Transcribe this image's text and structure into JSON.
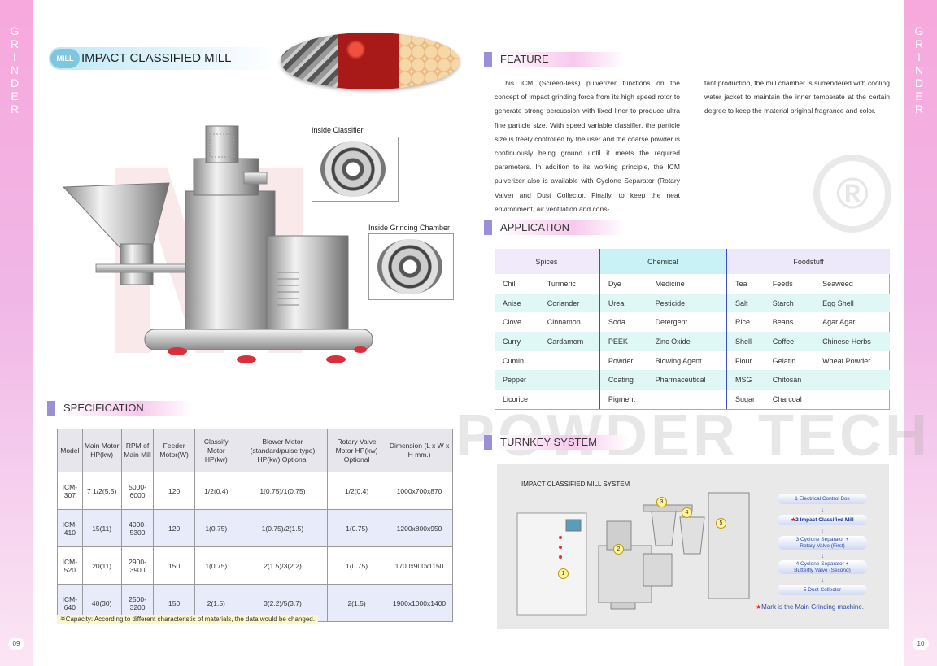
{
  "side": {
    "left_text": "GRINDER",
    "right_text": "GRINDER",
    "left_page": "09",
    "right_page": "10"
  },
  "watermark": {
    "text": "POWDER TECH",
    "reg": "®"
  },
  "title": {
    "logo": "MILL",
    "text": "IMPACT CLASSIFIED MILL"
  },
  "insets": {
    "classifier": "Inside Classifier",
    "chamber": "Inside Grinding Chamber"
  },
  "sections": {
    "feature": "FEATURE",
    "application": "APPLICATION",
    "specification": "SPECIFICATION",
    "turnkey": "TURNKEY SYSTEM"
  },
  "feature": {
    "col1": "This ICM (Screen-less) pulverizer functions on the concept of impact grinding force from its high speed rotor to generate strong percussion with fixed liner to produce ultra fine particle size. With speed variable classifier, the particle size is freely controlled by the user and the coarse powder is continuously being ground until it meets the required parameters. In addition to its working principle, the ICM pulverizer also is available with Cyclone Separator (Rotary Valve) and Dust Collector. Finally, to keep the neat environment, air ventilation and cons-",
    "col2": "tant production, the mill chamber is surrendered with cooling water jacket to maintain the inner temperate at the certain degree to keep the material original fragrance and color."
  },
  "application": {
    "headers": [
      "Spices",
      "Chemical",
      "Foodstuff"
    ],
    "rows": [
      [
        "Chili",
        "Turmeric",
        "Dye",
        "Medicine",
        "Tea",
        "Feeds",
        "Seaweed"
      ],
      [
        "Anise",
        "Coriander",
        "Urea",
        "Pesticide",
        "Salt",
        "Starch",
        "Egg Shell"
      ],
      [
        "Clove",
        "Cinnamon",
        "Soda",
        "Detergent",
        "Rice",
        "Beans",
        "Agar Agar"
      ],
      [
        "Curry",
        "Cardamom",
        "PEEK",
        "Zinc Oxide",
        "Shell",
        "Coffee",
        "Chinese Herbs"
      ],
      [
        "Cumin",
        "",
        "Powder",
        "Blowing Agent",
        "Flour",
        "Gelatin",
        "Wheat Powder"
      ],
      [
        "Pepper",
        "",
        "Coating",
        "Pharmaceutical",
        "MSG",
        "Chitosan",
        ""
      ],
      [
        "Licorice",
        "",
        "Pigment",
        "",
        "Sugar",
        "Charcoal",
        ""
      ]
    ]
  },
  "spec": {
    "headers": [
      "Model",
      "Main Motor HP(kw)",
      "RPM of Main Mill",
      "Feeder Motor(W)",
      "Classify Motor HP(kw)",
      "Blower Motor (standard/pulse type) HP(kw) Optional",
      "Rotary Valve Motor HP(kw) Optional",
      "Dimension (L x W x H mm.)"
    ],
    "rows": [
      [
        "ICM-307",
        "7 1/2(5.5)",
        "5000-6000",
        "120",
        "1/2(0.4)",
        "1(0.75)/1(0.75)",
        "1/2(0.4)",
        "1000x700x870"
      ],
      [
        "ICM-410",
        "15(11)",
        "4000-5300",
        "120",
        "1(0.75)",
        "1(0.75)/2(1.5)",
        "1(0.75)",
        "1200x800x950"
      ],
      [
        "ICM-520",
        "20(11)",
        "2900-3900",
        "150",
        "1(0.75)",
        "2(1.5)/3(2.2)",
        "1(0.75)",
        "1700x900x1150"
      ],
      [
        "ICM-640",
        "40(30)",
        "2500-3200",
        "150",
        "2(1.5)",
        "3(2.2)/5(3.7)",
        "2(1.5)",
        "1900x1000x1400"
      ]
    ],
    "note": "※Capacity: According to different characteristic of materials, the data would be changed."
  },
  "turnkey": {
    "title": "IMPACT CLASSIFIED MILL SYSTEM",
    "steps": [
      {
        "num": "1",
        "label": "Electrical Control Box"
      },
      {
        "num": "2",
        "label": "Impact Classified Mill"
      },
      {
        "num": "3",
        "label": "Cyclone Separator +",
        "label2": "Rotary Valve (First)"
      },
      {
        "num": "4",
        "label": "Cyclone Separator +",
        "label2": "Butterfly Valve (Second)"
      },
      {
        "num": "5",
        "label": "Dust Collector"
      }
    ],
    "mark": "Mark is the Main Grinding machine.",
    "star": "★",
    "arrow": "↓"
  }
}
